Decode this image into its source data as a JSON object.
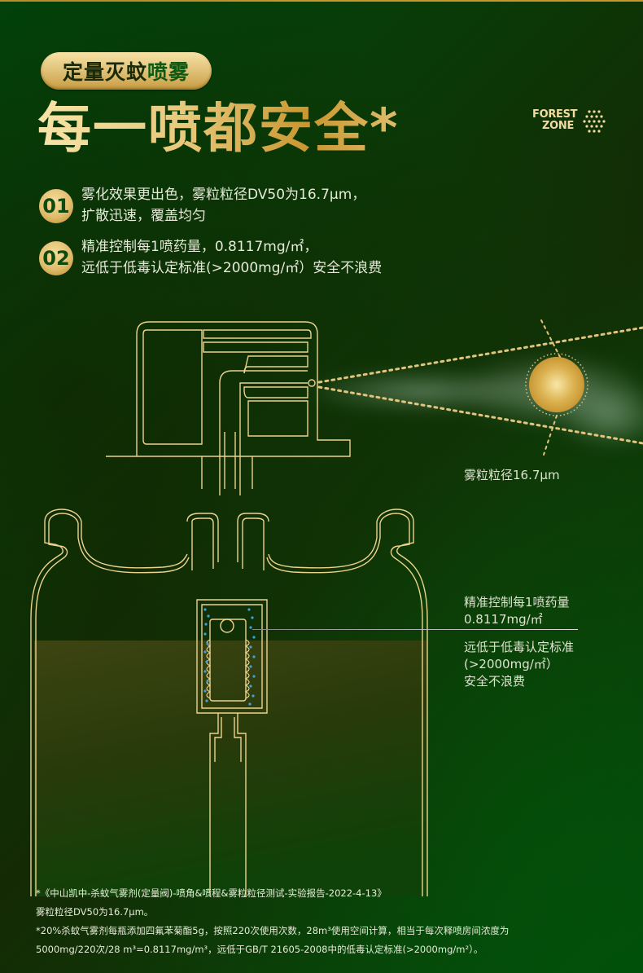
{
  "header": {
    "pill_label_part1": "定量灭蚊",
    "pill_label_part2": "喷雾",
    "headline": "每一喷都安全*",
    "brand": {
      "line1": "FOREST",
      "line2": "ZONE",
      "icon": "honeycomb-dots-icon"
    }
  },
  "features": [
    {
      "number": "01",
      "line1": "雾化效果更出色，雾粒粒径DV50为16.7μm，",
      "line2": "扩散迅速，覆盖均匀"
    },
    {
      "number": "02",
      "line1": "精准控制每1喷药量，0.8117mg/㎡，",
      "line2": "远低于低毒认定标准(>2000mg/㎡）安全不浪费"
    }
  ],
  "diagram": {
    "particle_label": "雾粒粒径16.7μm",
    "dose_label_line1": "精准控制每1喷药量",
    "dose_label_line2": "0.8117mg/㎡",
    "safety_label_line1": "远低于低毒认定标准",
    "safety_label_line2": "(>2000mg/㎡）",
    "safety_label_line3": "安全不浪费"
  },
  "footnotes": [
    "*《中山凯中-杀蚊气雾剂(定量阀)-喷角&喷程&雾粒粒径测试-实验报告-2022-4-13》",
    "雾粒粒径DV50为16.7μm。",
    "*20%杀蚊气雾剂每瓶添加四氟苯菊酯5g，按照220次使用次数，28m³使用空间计算，相当于每次释喷房间浓度为",
    "5000mg/220次/28 m³=0.8117mg/m³，远低于GB/T 21605-2008中的低毒认定标准(>2000mg/m²）。"
  ],
  "colors": {
    "gold": "#e2c47c",
    "gold_dark": "#c9952f",
    "bg_green": "#00440a",
    "line_gold": "#ecd38e",
    "liquid": "#3d4412",
    "droplet_blue": "#3fa2e0"
  }
}
